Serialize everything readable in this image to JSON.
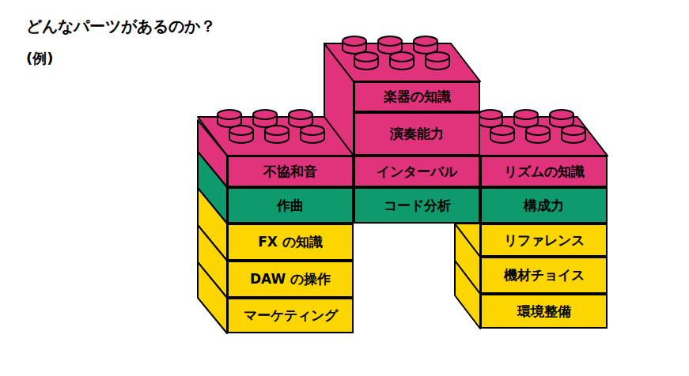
{
  "diagram": {
    "title": "どんなパーツがあるのか？",
    "nodes": [
      {
        "text": [
          "楽器の知識"
        ]
      },
      {
        "text": [
          "演奏能力"
        ]
      },
      {
        "text": [
          "不協和音"
        ]
      },
      {
        "text": [
          "インターバル"
        ]
      },
      {
        "text": [
          "リズムの知識"
        ]
      },
      {
        "text": [
          "作曲"
        ]
      },
      {
        "text": [
          "コード分析"
        ]
      },
      {
        "text": [
          "構成力"
        ]
      },
      {
        "text": [
          "FX の知識"
        ]
      },
      {
        "text": [
          "リファレンス"
        ]
      },
      {
        "text": [
          "DAW の操作"
        ]
      },
      {
        "text": [
          "機材チョイス"
        ]
      },
      {
        "text": [
          "マーケティング"
        ]
      },
      {
        "text": [
          "環境整備"
        ]
      }
    ],
    "labels": [
      "(例)"
    ]
  }
}
